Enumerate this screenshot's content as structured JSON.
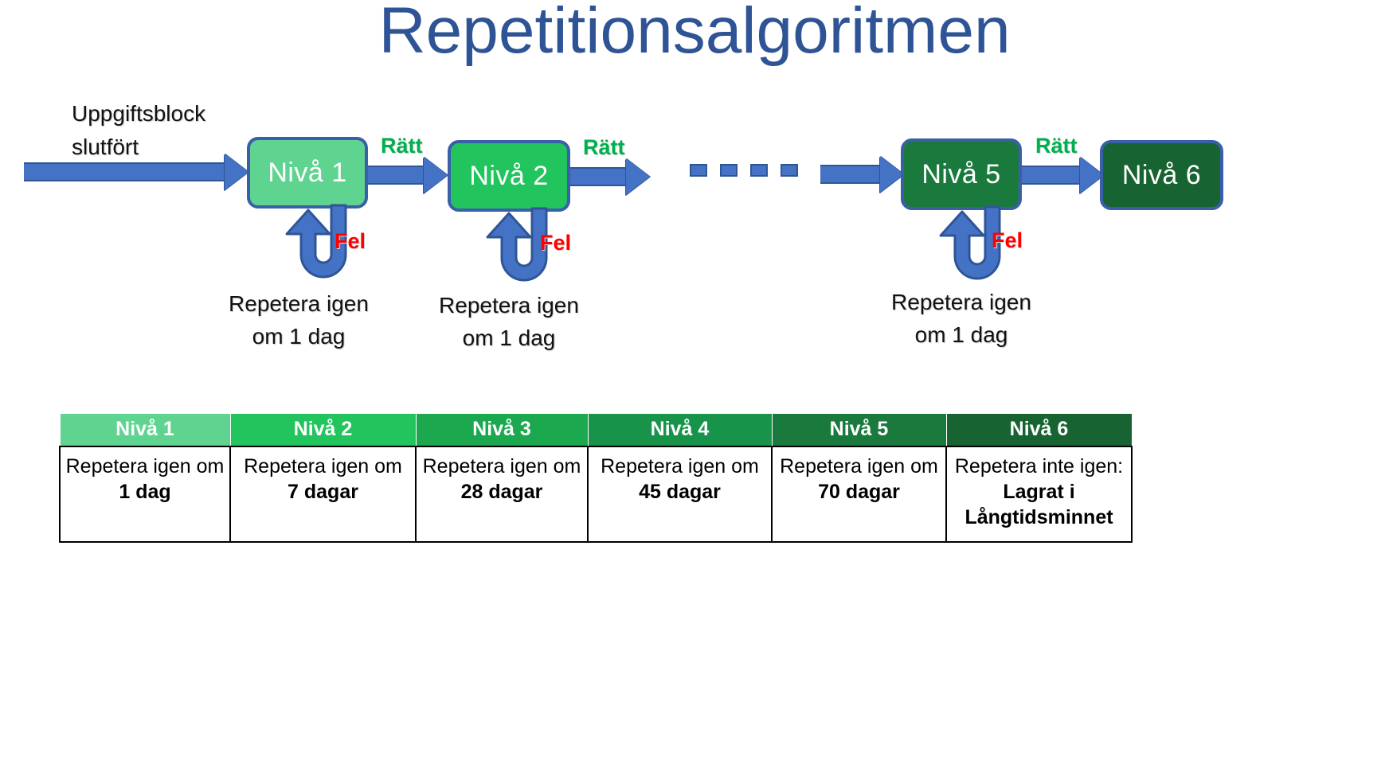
{
  "title": "Repetitionsalgoritmen",
  "colors": {
    "title": "#2E5496",
    "arrow_fill": "#4472C4",
    "arrow_stroke": "#2F5597",
    "box_border": "#3A5FA8",
    "correct_label": "#00B050",
    "error_label": "#FF0000",
    "level1": "#5FD490",
    "level2": "#21C45D",
    "level3": "#1BA84F",
    "level4": "#17944A",
    "level5": "#1A7A3E",
    "level6": "#176331"
  },
  "flow": {
    "entry_label_line1": "Uppgiftsblock",
    "entry_label_line2": "slutfört",
    "correct_label": "Rätt",
    "error_label": "Fel",
    "repeat_line1": "Repetera igen",
    "repeat_line2": "om 1 dag",
    "ellipsis_dots": 4,
    "nodes": [
      {
        "label": "Nivå 1",
        "color": "#5FD490",
        "has_loop": true
      },
      {
        "label": "Nivå 2",
        "color": "#21C45D",
        "has_loop": true
      },
      {
        "label": "Nivå 5",
        "color": "#1A7A3E",
        "has_loop": true
      },
      {
        "label": "Nivå 6",
        "color": "#176331",
        "has_loop": false
      }
    ]
  },
  "table": {
    "headers": [
      {
        "label": "Nivå 1",
        "color": "#5FD490"
      },
      {
        "label": "Nivå 2",
        "color": "#21C45D"
      },
      {
        "label": "Nivå 3",
        "color": "#1BA84F"
      },
      {
        "label": "Nivå 4",
        "color": "#17944A"
      },
      {
        "label": "Nivå 5",
        "color": "#1A7A3E"
      },
      {
        "label": "Nivå 6",
        "color": "#176331"
      }
    ],
    "rows": [
      {
        "cells": [
          {
            "text": "Repetera igen om",
            "bold": "1 dag"
          },
          {
            "text": "Repetera igen om",
            "bold": "7 dagar"
          },
          {
            "text": "Repetera igen om",
            "bold": "28 dagar"
          },
          {
            "text": "Repetera igen om",
            "bold": "45 dagar"
          },
          {
            "text": "Repetera igen om",
            "bold": "70 dagar"
          },
          {
            "text": "Repetera inte igen:",
            "bold": "Lagrat i Långtidsminnet"
          }
        ]
      }
    ]
  }
}
